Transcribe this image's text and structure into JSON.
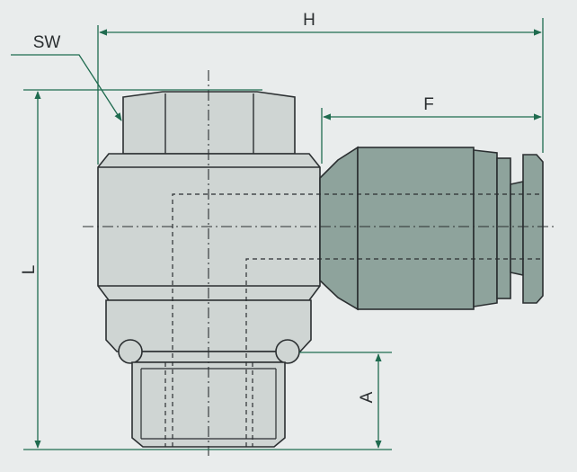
{
  "labels": {
    "h": "H",
    "f": "F",
    "sw": "SW",
    "l": "L",
    "a": "A"
  },
  "colors": {
    "background": "#e9ecec",
    "body_fill": "#cfd5d3",
    "fitting_fill": "#8ea39c",
    "dimension_line": "#1f6b4f",
    "outline": "#2b2f31"
  }
}
